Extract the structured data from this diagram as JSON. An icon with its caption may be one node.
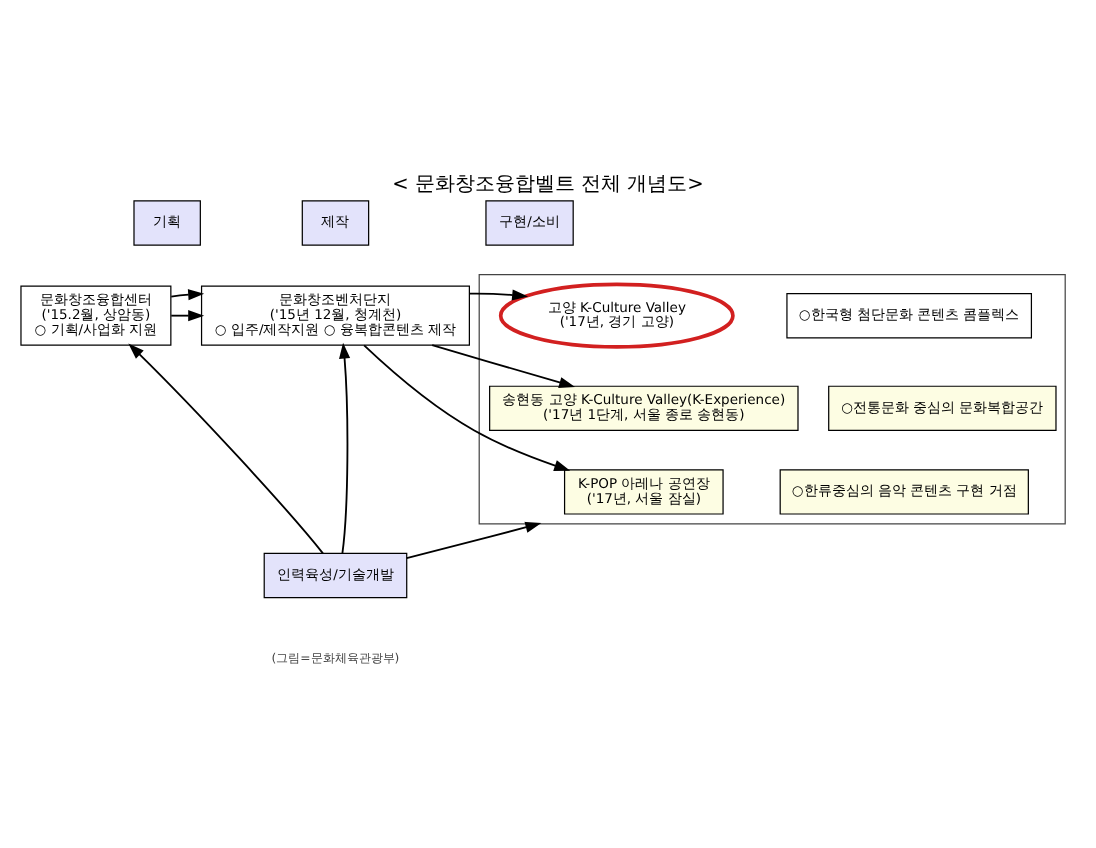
{
  "diagram": {
    "title": "< 문화창조융합벨트 전체 개념도>",
    "caption": "(그림=문화체육관광부)",
    "nodes": [
      {
        "text": [
          "기획"
        ]
      },
      {
        "text": [
          "제작"
        ]
      },
      {
        "text": [
          "구현/소비"
        ]
      },
      {
        "text": [
          "문화창조융합센터",
          "('15.2월, 상암동)",
          "○ 기획/사업화 지원"
        ]
      },
      {
        "text": [
          "문화창조벤처단지",
          "('15년 12월, 청계천)",
          "○ 입주/제작지원 ○ 융복합콘텐츠 제작"
        ]
      },
      {
        "text": [],
        "shape": "box"
      },
      {
        "text": [
          "고양 K-Culture Valley",
          "('17년, 경기 고양)"
        ],
        "in": 5
      },
      {
        "text": [
          "○한국형 첨단문화 콘텐츠 콤플렉스"
        ],
        "in": 5
      },
      {
        "text": [
          "송현동 고양 K-Culture Valley(K-Experience)",
          "('17년 1단계, 서울 종로 송현동)"
        ],
        "in": 5
      },
      {
        "text": [
          "○전통문화 중심의 문화복합공간"
        ],
        "in": 5
      },
      {
        "text": [
          "K-POP 아레나 공연장",
          "('17년, 서울 잠실)"
        ],
        "in": 5
      },
      {
        "text": [
          "○한류중심의 음악 콘텐츠 구현 거점"
        ],
        "in": 5
      },
      {
        "text": [
          "인력육성/기술개발"
        ]
      }
    ],
    "edges": [
      {
        "from": 3,
        "to": 4,
        "arrow": "to"
      },
      {
        "from": 3,
        "to": 4,
        "arrow": "to"
      },
      {
        "from": 4,
        "to": 6,
        "arrow": "to"
      },
      {
        "from": 4,
        "to": 8,
        "arrow": "to"
      },
      {
        "from": 4,
        "to": 10,
        "arrow": "to"
      },
      {
        "from": 12,
        "to": 3,
        "arrow": "to"
      },
      {
        "from": 12,
        "to": 4,
        "arrow": "to"
      },
      {
        "from": 12,
        "to": 5,
        "arrow": "to"
      }
    ]
  }
}
